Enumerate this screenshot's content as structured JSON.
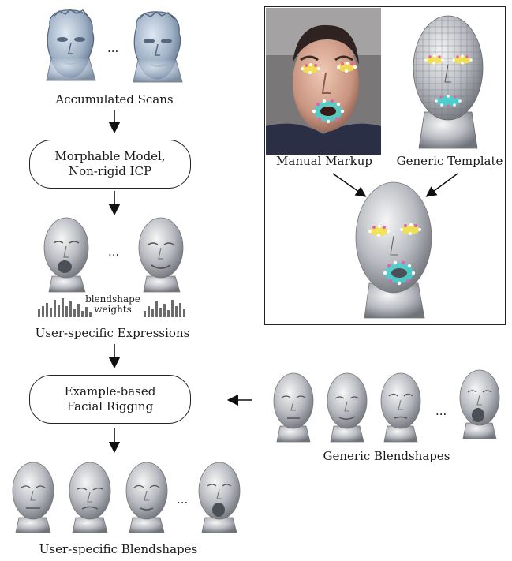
{
  "left_column": {
    "scans_label": "Accumulated Scans",
    "icp_box": {
      "line1": "Morphable Model,",
      "line2": "Non-rigid ICP"
    },
    "weights_label": {
      "line1": "blendshape",
      "line2": "weights"
    },
    "expressions_label": "User-specific Expressions",
    "rigging_box": {
      "line1": "Example-based",
      "line2": "Facial Rigging"
    },
    "user_blendshapes_label": "User-specific Blendshapes"
  },
  "right_panel": {
    "manual_markup_label": "Manual Markup",
    "generic_template_label": "Generic Template"
  },
  "generic_blendshapes_label": "Generic Blendshapes",
  "ellipsis": "...",
  "colors": {
    "face_gray": "#a9aeb7",
    "scan_blue": "#9fb1c6",
    "marker_yellow": "#f3e24a",
    "marker_pink": "#e85fb0",
    "marker_cyan": "#3fd6cf",
    "photo_bg": "#6c6a6e"
  }
}
